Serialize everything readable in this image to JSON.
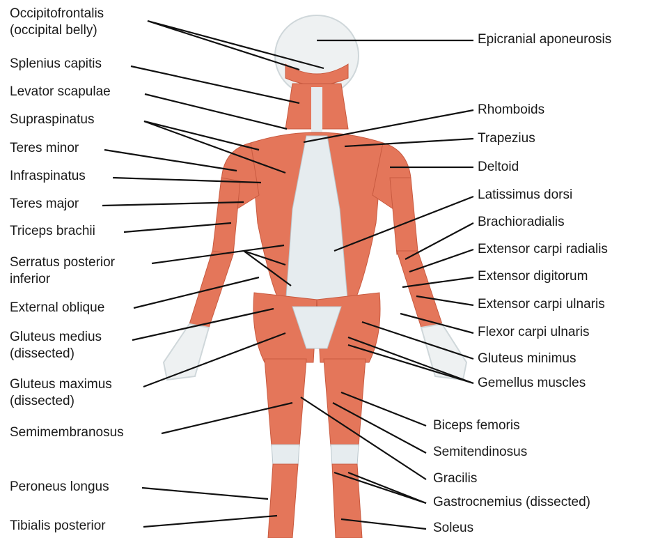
{
  "labels_left": [
    {
      "id": "occipitofrontalis",
      "lines": [
        "Occipitofrontalis",
        "(occipital belly)"
      ]
    },
    {
      "id": "splenius-capitis",
      "lines": [
        "Splenius capitis"
      ]
    },
    {
      "id": "levator-scapulae",
      "lines": [
        "Levator scapulae"
      ]
    },
    {
      "id": "supraspinatus",
      "lines": [
        "Supraspinatus"
      ]
    },
    {
      "id": "teres-minor",
      "lines": [
        "Teres minor"
      ]
    },
    {
      "id": "infraspinatus",
      "lines": [
        "Infraspinatus"
      ]
    },
    {
      "id": "teres-major",
      "lines": [
        "Teres major"
      ]
    },
    {
      "id": "triceps-brachii",
      "lines": [
        "Triceps brachii"
      ]
    },
    {
      "id": "serratus-posterior-inferior",
      "lines": [
        "Serratus posterior",
        "inferior"
      ]
    },
    {
      "id": "external-oblique",
      "lines": [
        "External oblique"
      ]
    },
    {
      "id": "gluteus-medius",
      "lines": [
        "Gluteus medius",
        "(dissected)"
      ]
    },
    {
      "id": "gluteus-maximus",
      "lines": [
        "Gluteus maximus",
        "(dissected)"
      ]
    },
    {
      "id": "semimembranosus",
      "lines": [
        "Semimembranosus"
      ]
    },
    {
      "id": "peroneus-longus",
      "lines": [
        "Peroneus longus"
      ]
    },
    {
      "id": "tibialis-posterior",
      "lines": [
        "Tibialis posterior"
      ]
    }
  ],
  "labels_right": [
    {
      "id": "epicranial-aponeurosis",
      "lines": [
        "Epicranial aponeurosis"
      ]
    },
    {
      "id": "rhomboids",
      "lines": [
        "Rhomboids"
      ]
    },
    {
      "id": "trapezius",
      "lines": [
        "Trapezius"
      ]
    },
    {
      "id": "deltoid",
      "lines": [
        "Deltoid"
      ]
    },
    {
      "id": "latissimus-dorsi",
      "lines": [
        "Latissimus dorsi"
      ]
    },
    {
      "id": "brachioradialis",
      "lines": [
        "Brachioradialis"
      ]
    },
    {
      "id": "extensor-carpi-radialis",
      "lines": [
        "Extensor carpi radialis"
      ]
    },
    {
      "id": "extensor-digitorum",
      "lines": [
        "Extensor digitorum"
      ]
    },
    {
      "id": "extensor-carpi-ulnaris",
      "lines": [
        "Extensor carpi ulnaris"
      ]
    },
    {
      "id": "flexor-carpi-ulnaris",
      "lines": [
        "Flexor carpi ulnaris"
      ]
    },
    {
      "id": "gluteus-minimus",
      "lines": [
        "Gluteus minimus"
      ]
    },
    {
      "id": "gemellus-muscles",
      "lines": [
        "Gemellus muscles"
      ]
    },
    {
      "id": "biceps-femoris",
      "lines": [
        "Biceps femoris"
      ]
    },
    {
      "id": "semitendinosus",
      "lines": [
        "Semitendinosus"
      ]
    },
    {
      "id": "gracilis",
      "lines": [
        "Gracilis"
      ]
    },
    {
      "id": "gastrocnemius",
      "lines": [
        "Gastrocnemius (dissected)"
      ]
    },
    {
      "id": "soleus",
      "lines": [
        "Soleus"
      ]
    }
  ],
  "colors": {
    "muscle": "#e4765a",
    "muscle_dark": "#c85a40",
    "tendon": "#e6ecef",
    "tendon_edge": "#b9c6cc",
    "skin_outline": "#d7dde0",
    "leader": "#111111",
    "text": "#1a1a1a"
  }
}
